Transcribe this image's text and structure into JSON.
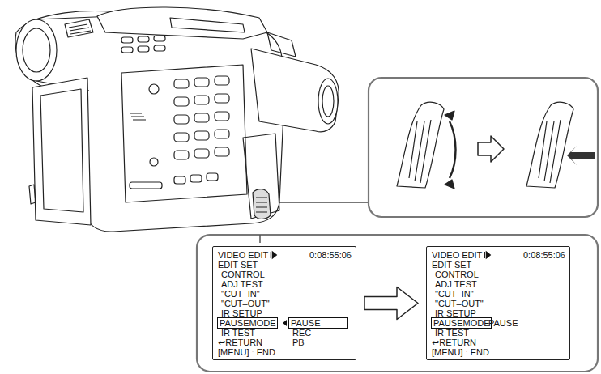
{
  "diagram": {
    "nodes": [
      {
        "text": [
          "VIDEO EDIT",
          "0:08:55:06",
          "EDIT SET",
          "CONTROL",
          "ADJ TEST",
          "\"CUT–IN\"",
          "\"CUT–OUT\"",
          "IR SETUP",
          "PAUSEMODE",
          "PAUSE",
          "REC",
          "PB",
          "IR TEST",
          "↩RETURN",
          "[MENU] : END"
        ]
      },
      {
        "text": [
          "VIDEO EDIT",
          "0:08:55:06",
          "EDIT SET",
          "CONTROL",
          "ADJ TEST",
          "\"CUT–IN\"",
          "\"CUT–OUT\"",
          "IR SETUP",
          "PAUSEMODE",
          "PAUSE",
          "IR TEST",
          "↩RETURN",
          "[MENU] : END"
        ]
      }
    ],
    "edges": [
      {
        "from": 0,
        "to": 1,
        "arrow": "to"
      }
    ]
  }
}
